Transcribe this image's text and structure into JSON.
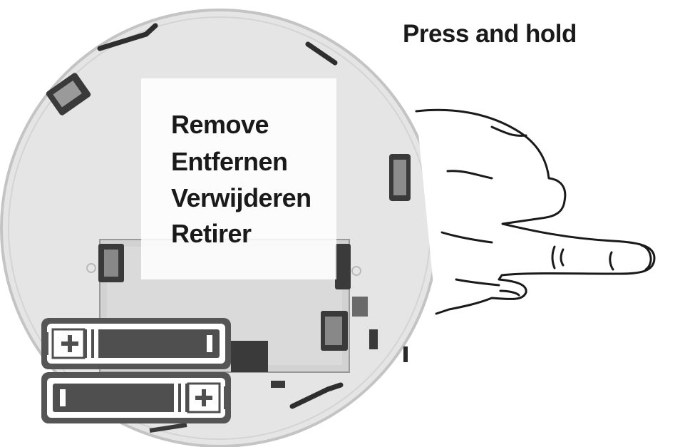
{
  "instruction": {
    "title": "Press and hold"
  },
  "remove_label": {
    "lines": [
      "Remove",
      "Entfernen",
      "Verwijderen",
      "Retirer"
    ]
  },
  "icons": [
    "smoke-alarm-base",
    "hand-press-icon",
    "battery-icon"
  ],
  "colors": {
    "alarm_body": "#e4e4e4",
    "alarm_outline": "#bdbdbd",
    "battery_fill": "#4f4f4f",
    "text": "#1a1a1a"
  }
}
